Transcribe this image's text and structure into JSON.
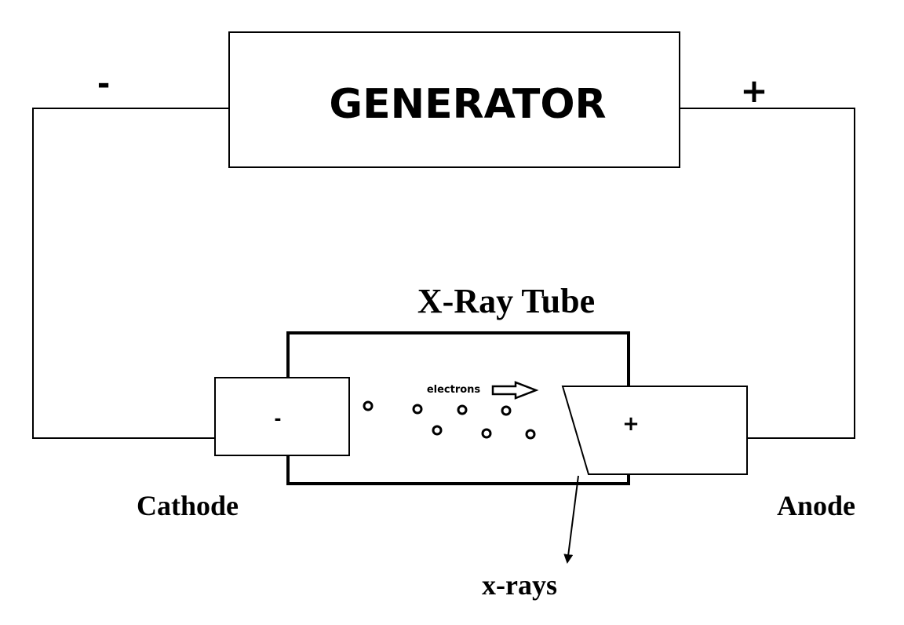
{
  "generator": {
    "label": "GENERATOR",
    "negative_sign": "-",
    "positive_sign": "+"
  },
  "tube": {
    "title": "X-Ray Tube",
    "electrons_label": "electrons"
  },
  "cathode": {
    "label": "Cathode",
    "sign": "-"
  },
  "anode": {
    "label": "Anode",
    "sign": "+"
  },
  "xrays": {
    "label": "x-rays"
  },
  "colors": {
    "stroke": "#000000",
    "background": "#ffffff"
  }
}
